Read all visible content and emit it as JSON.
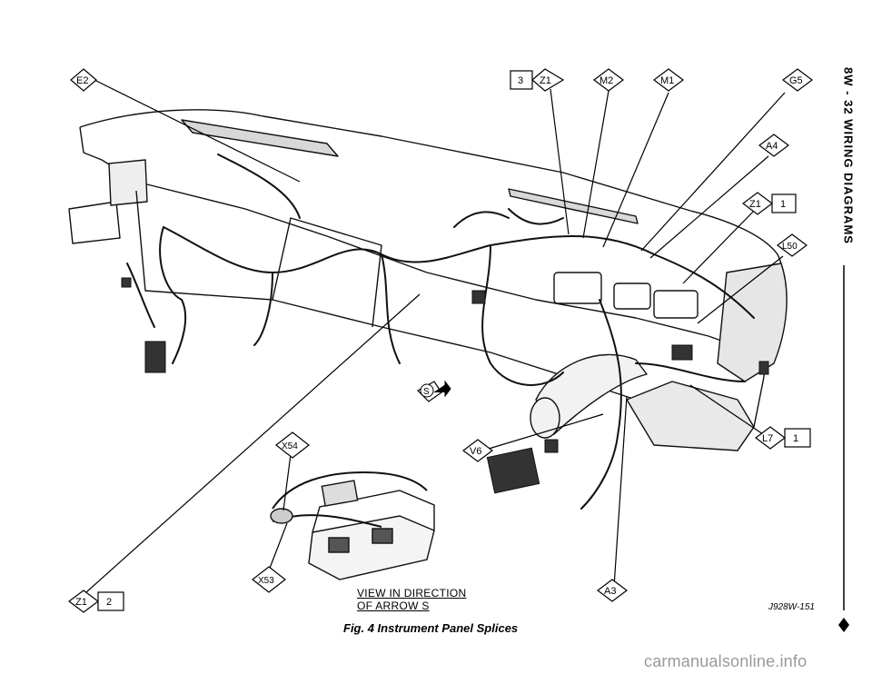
{
  "header": {
    "text": "8W - 32  WIRING DIAGRAMS"
  },
  "callouts": {
    "e2": "E2",
    "z1_top": "Z1",
    "z1_top_num": "3",
    "m2": "M2",
    "m1": "M1",
    "g5": "G5",
    "a4": "A4",
    "z1_right": "Z1",
    "z1_right_num": "1",
    "l50": "L50",
    "l7": "L7",
    "l7_num": "1",
    "v6": "V6",
    "x54": "X54",
    "x53": "X53",
    "a3": "A3",
    "z1_bottom": "Z1",
    "z1_bottom_num": "2",
    "arrow_s": "S"
  },
  "view_label": {
    "line1": "VIEW IN DIRECTION",
    "line2": "OF ARROW S"
  },
  "figure_code": "J928W-151",
  "caption": "Fig. 4 Instrument Panel Splices",
  "footer": "carmanualsonline.info"
}
